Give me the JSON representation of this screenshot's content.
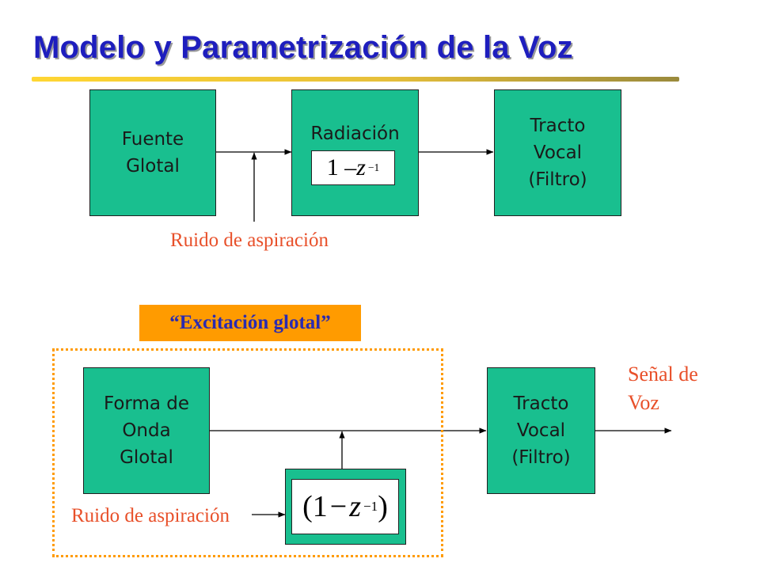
{
  "title": "Modelo y Parametrización de la Voz",
  "top_diagram": {
    "source_block": "Fuente\nGlotal",
    "radiation_block": "Radiación",
    "radiation_formula": {
      "base": "1 – ",
      "var": "z",
      "exp": "−1"
    },
    "tract_block": "Tracto\nVocal\n(Filtro)",
    "noise_label": "Ruido de aspiración"
  },
  "bottom_diagram": {
    "excitation_label": "“Excitación glotal”",
    "source_block": "Forma de\nOnda\nGlotal",
    "tract_block": "Tracto\nVocal\n(Filtro)",
    "filter_formula": {
      "open": "(1",
      "minus": "−",
      "var": "z",
      "exp": "−1",
      "close": ")"
    },
    "noise_label": "Ruido de aspiración",
    "output_label": "Señal de\nVoz"
  },
  "colors": {
    "block_fill": "#19bf8f",
    "title": "#1e1ebe",
    "note_text": "#e8502a",
    "excitation_fill": "#ff9b00",
    "excitation_text": "#2b2bb0"
  }
}
